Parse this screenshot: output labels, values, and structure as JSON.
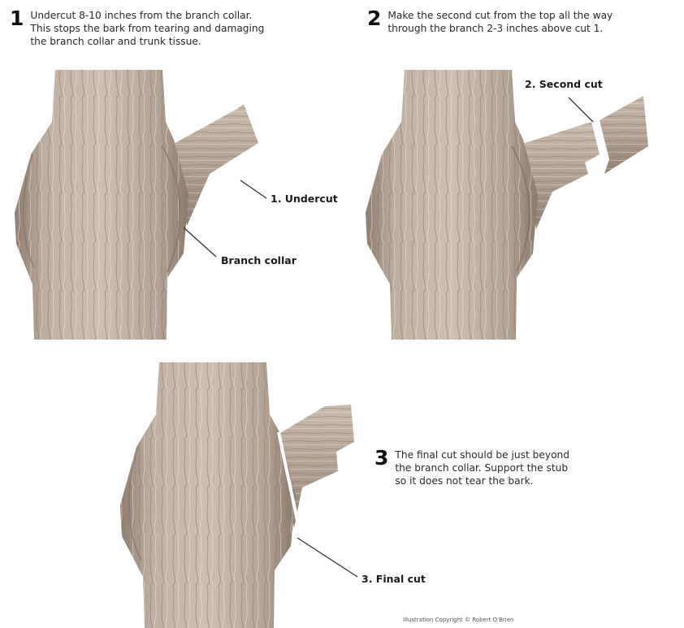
{
  "steps": [
    {
      "number": "1",
      "text": "Undercut 8-10 inches from the branch collar.\nThis stops the bark from tearing and damaging\nthe branch collar and trunk tissue."
    },
    {
      "number": "2",
      "text": "Make the second cut from the top all the way\nthrough the branch 2-3 inches above cut 1."
    },
    {
      "number": "3",
      "text": "The final cut should be just beyond\nthe branch collar. Support the stub\nso it does not tear the bark."
    }
  ],
  "labels": {
    "undercut": "1. Undercut",
    "branch_collar": "Branch collar",
    "second_cut": "2. Second cut",
    "final_cut": "3. Final cut"
  },
  "copyright": "Illustration Copyright © Robert O'Brien",
  "colors": {
    "bark": "#b7a697",
    "bark_light": "#cfc2b5",
    "bark_dark": "#7d6d60",
    "cut": "#ffffff"
  }
}
